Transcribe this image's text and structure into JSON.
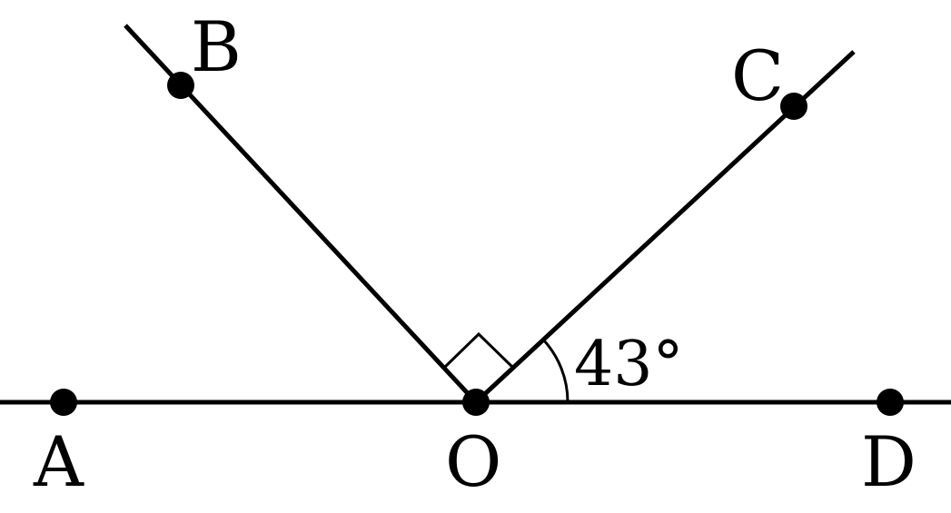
{
  "diagram": {
    "points": {
      "A": "A",
      "B": "B",
      "C": "C",
      "D": "D",
      "O": "O"
    },
    "angle_COD": "43°",
    "right_angle_BOC": true
  }
}
